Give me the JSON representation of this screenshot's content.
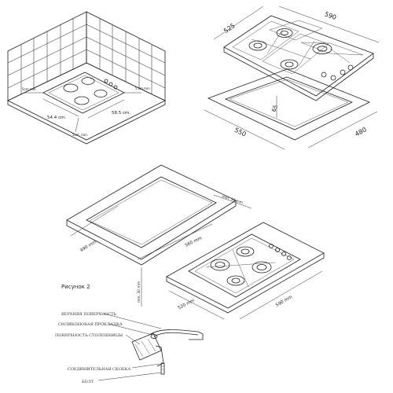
{
  "fig1": {
    "dim_width": "54.4 cm.",
    "dim_depth": "58.5 cm.",
    "dim_left_gap": "5cm min.",
    "dim_right_gap": "5 cm.min",
    "dim_bottom_gap": "5cm. min."
  },
  "fig2": {
    "dim_525": "525",
    "dim_590": "590",
    "dim_65": "65",
    "dim_550": "550",
    "dim_480": "480"
  },
  "fig3": {
    "caption": "Рисунок 2",
    "dim_490": "490 mm",
    "dim_560": "560 mm",
    "dim_min50": "min. 50 mm",
    "dim_min30": "min. 30 mm",
    "dim_520": "520 mm",
    "dim_590mm": "590 mm"
  },
  "fig4": {
    "label_top_surface": "ВЕРХНЯЯ ПОВЕРХНОСТЬ",
    "label_silicone": "СИЛИКОНОВАЯ ПРОКЛАДКА",
    "label_countertop": "ПОВЕРХНОСТЬ СТОЛЕШНИЦЫ",
    "label_bracket": "СОЕДИНИТЕЛЬНАЯ СКОБКА",
    "label_bolt": "БОЛТ"
  }
}
